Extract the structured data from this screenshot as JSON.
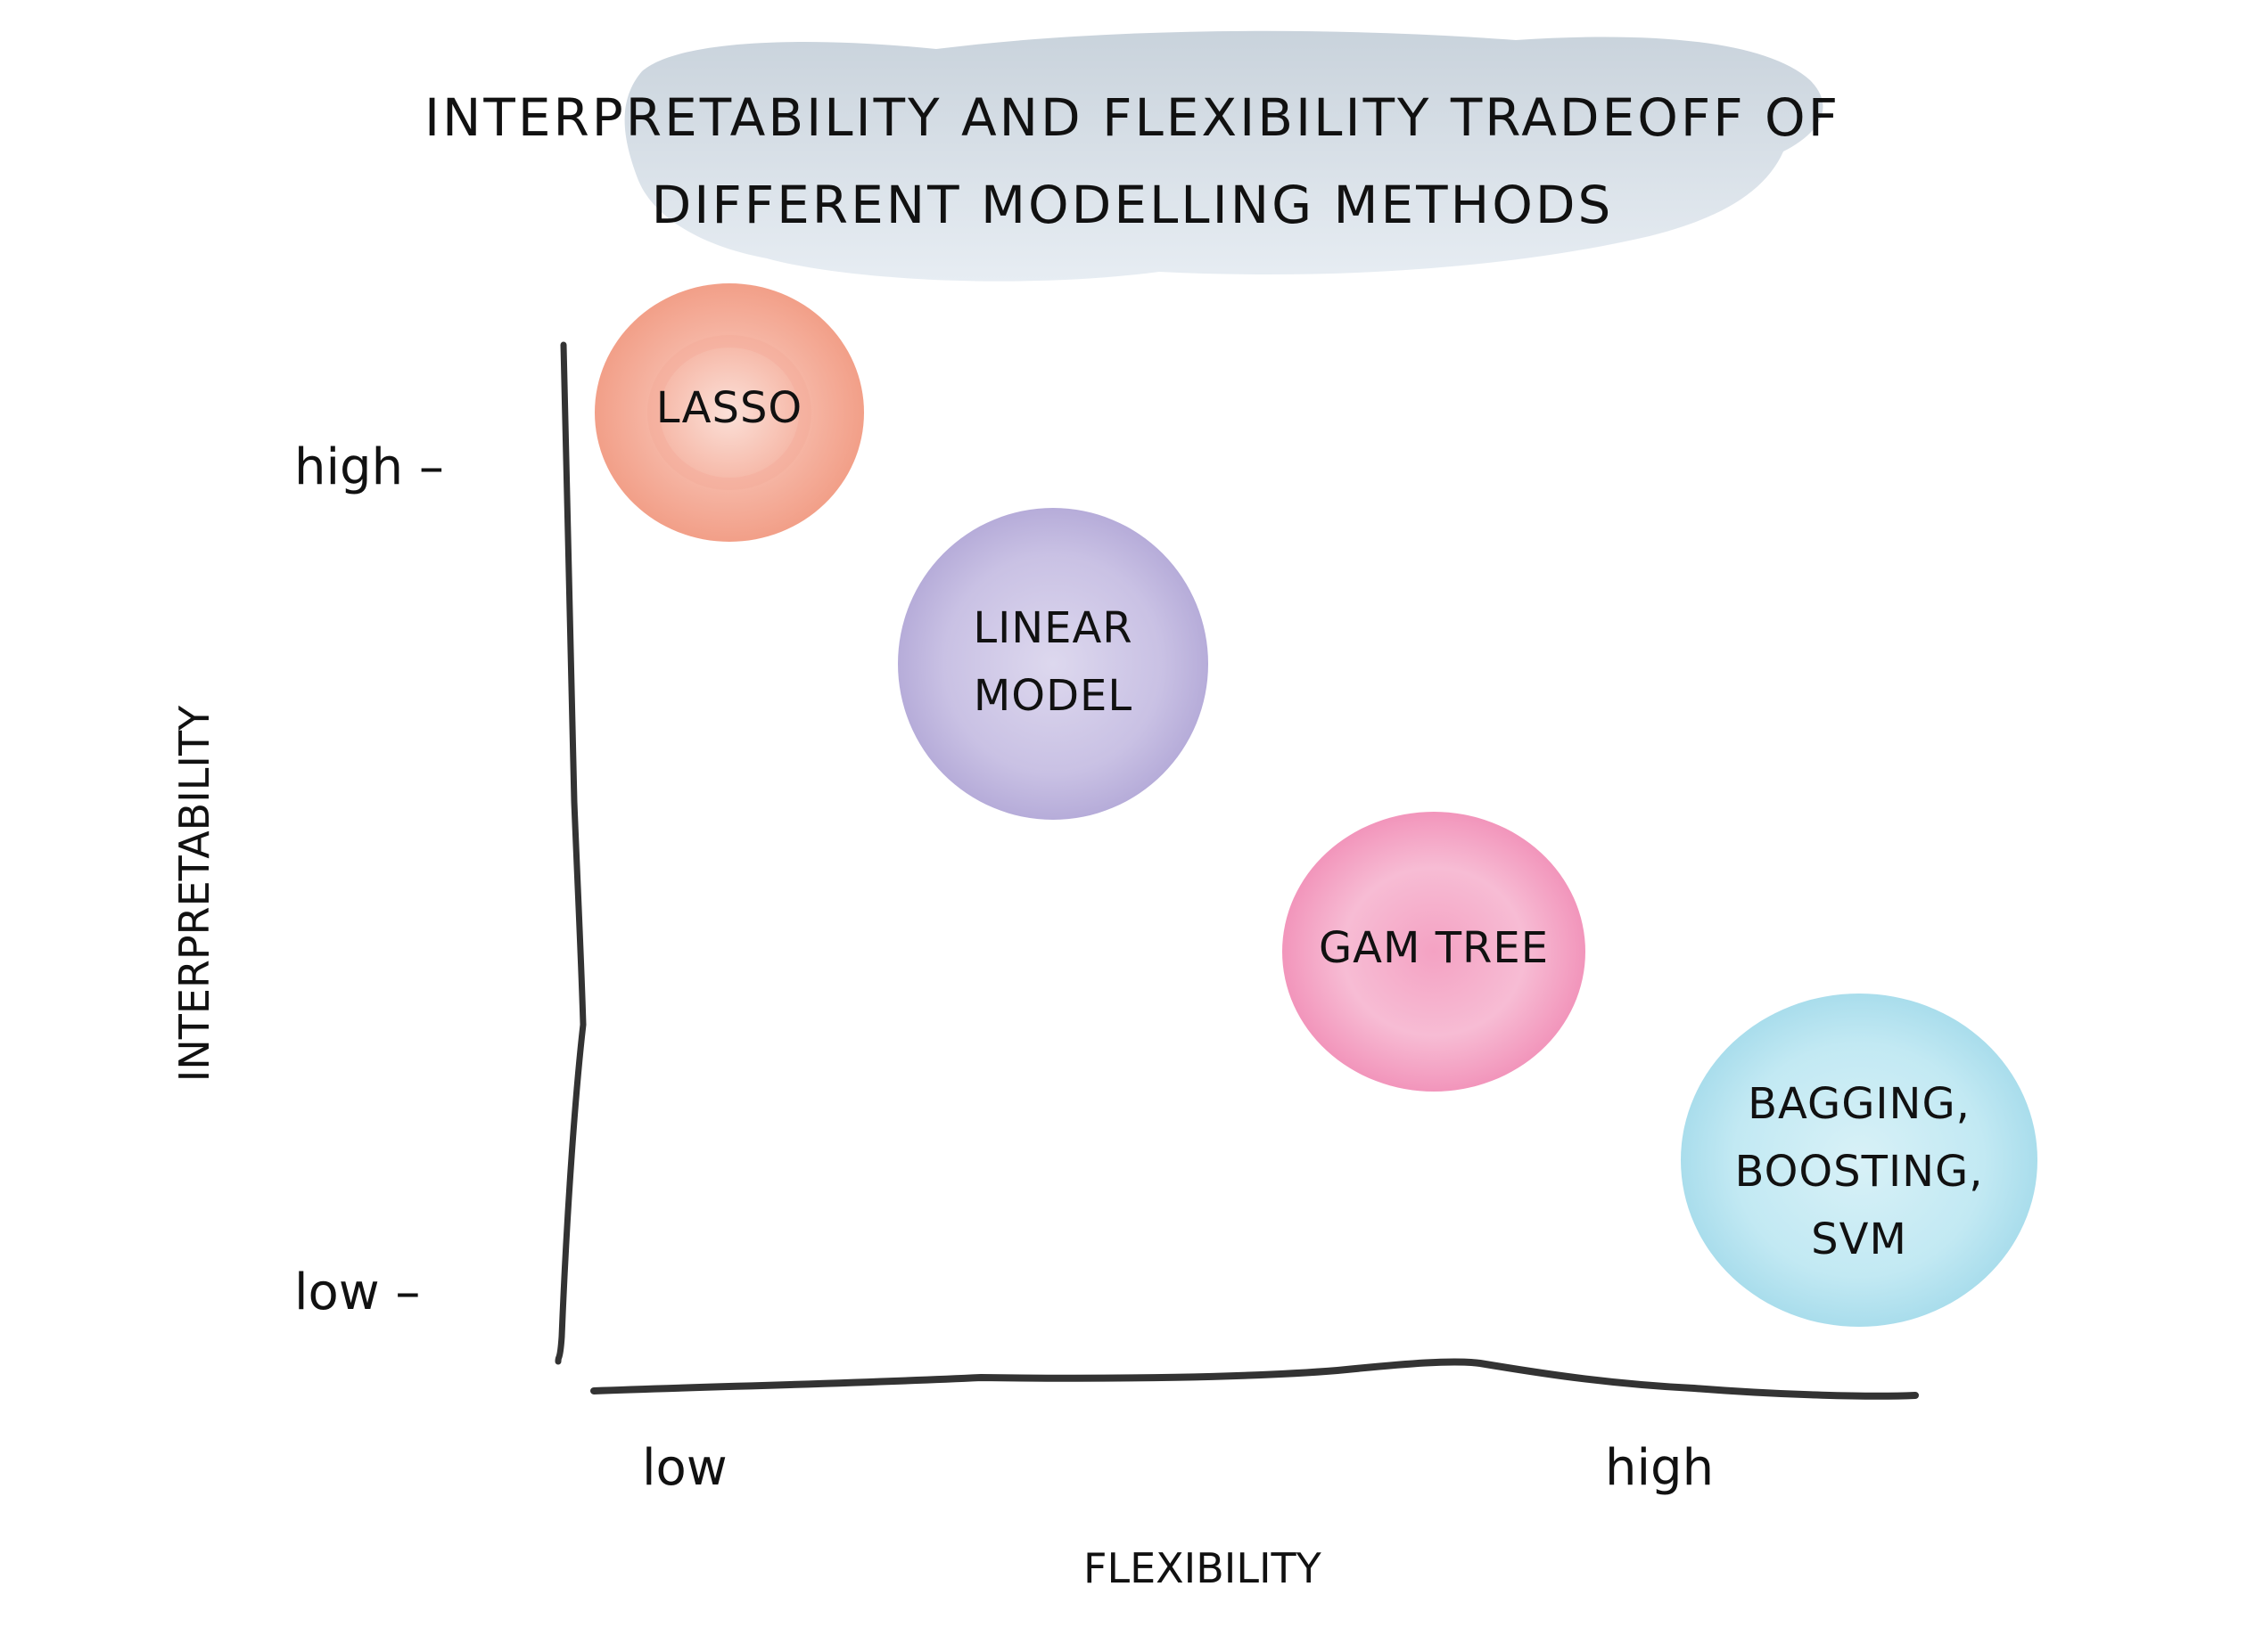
{
  "title": {
    "line1": "INTERPRETABILITY AND FLEXIBILITY TRADEOFF OF",
    "line2": "DIFFERENT MODELLING METHODS"
  },
  "axes": {
    "y_label": "INTERPRETABILITY",
    "x_label": "FLEXIBILITY",
    "y_ticks": [
      "high –",
      "low –"
    ],
    "x_ticks": [
      "low",
      "high"
    ]
  },
  "methods": [
    {
      "label_lines": [
        "LASSO"
      ],
      "color": "#f4a58f"
    },
    {
      "label_lines": [
        "LINEAR",
        "MODEL"
      ],
      "color": "#b8addb"
    },
    {
      "label_lines": [
        "GAM TREE"
      ],
      "color": "#f18eb6"
    },
    {
      "label_lines": [
        "BAGGING,",
        "BOOSTING,",
        "SVM"
      ],
      "color": "#a6e0ec"
    }
  ],
  "colors": {
    "banner": "#b9c7d3",
    "axis": "#333333"
  }
}
